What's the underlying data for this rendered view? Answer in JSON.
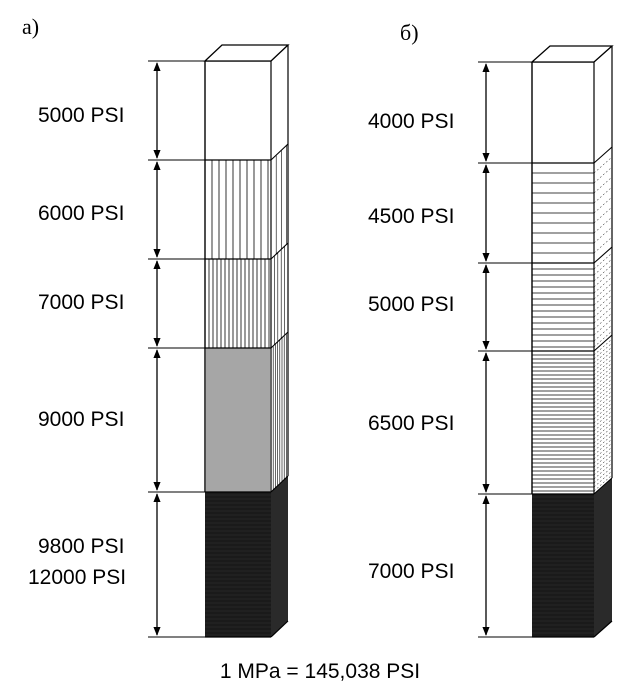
{
  "footnote": "1 MPa = 145,038 PSI",
  "columns": [
    {
      "id": "a",
      "label": "а)",
      "segments": [
        {
          "labels": [
            "5000 PSI"
          ],
          "fill": "blank"
        },
        {
          "labels": [
            "6000 PSI"
          ],
          "fill": "vertical-sparse"
        },
        {
          "labels": [
            "7000 PSI"
          ],
          "fill": "vertical-medium"
        },
        {
          "labels": [
            "9000 PSI"
          ],
          "fill": "vertical-dense"
        },
        {
          "labels": [
            "9800 PSI",
            "12000 PSI"
          ],
          "fill": "solid-dark"
        }
      ]
    },
    {
      "id": "b",
      "label": "б)",
      "segments": [
        {
          "labels": [
            "4000 PSI"
          ],
          "fill": "blank"
        },
        {
          "labels": [
            "4500 PSI"
          ],
          "fill": "horizontal-sparse"
        },
        {
          "labels": [
            "5000 PSI"
          ],
          "fill": "horizontal-medium"
        },
        {
          "labels": [
            "6500 PSI"
          ],
          "fill": "horizontal-dense"
        },
        {
          "labels": [
            "7000 PSI"
          ],
          "fill": "solid-dark"
        }
      ]
    }
  ]
}
